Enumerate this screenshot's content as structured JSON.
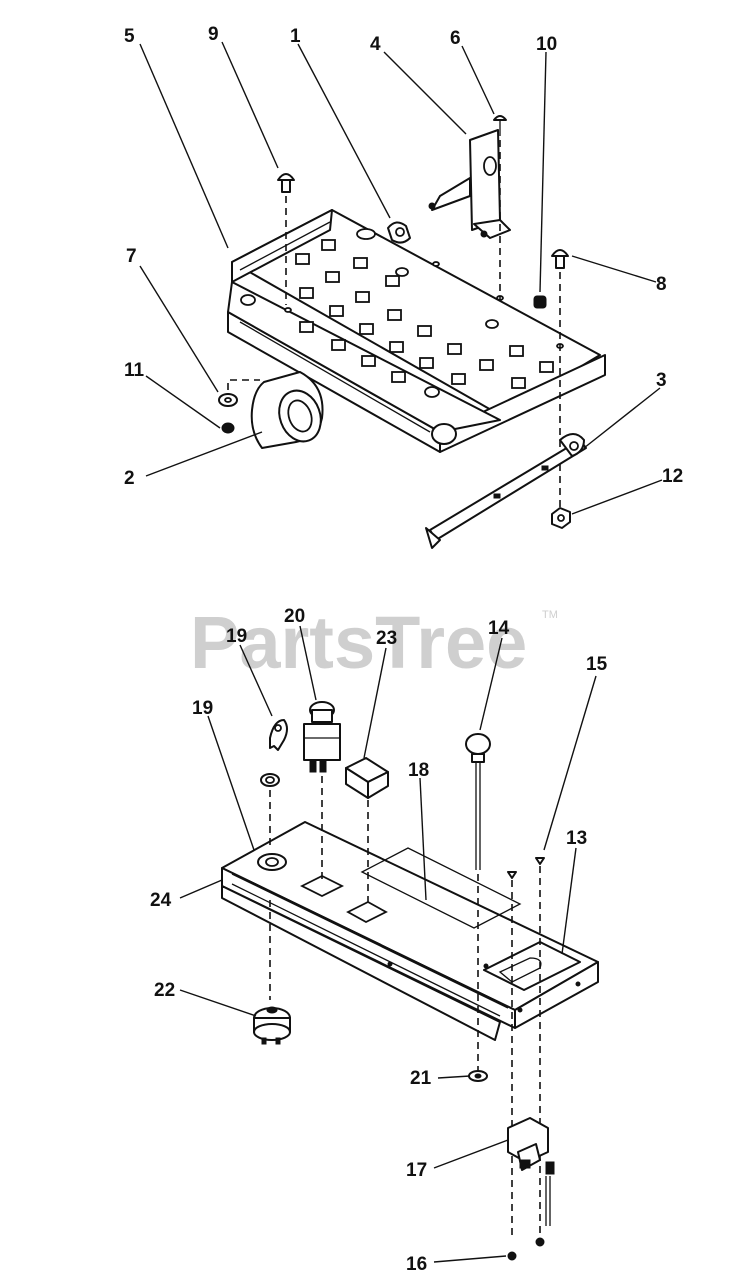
{
  "watermark": {
    "text": "PartsTree",
    "tm": "TM"
  },
  "callouts": {
    "c1": "1",
    "c2": "2",
    "c3": "3",
    "c4": "4",
    "c5": "5",
    "c6": "6",
    "c7": "7",
    "c8": "8",
    "c9": "9",
    "c10": "10",
    "c11": "11",
    "c12": "12",
    "c13": "13",
    "c14": "14",
    "c15": "15",
    "c16": "16",
    "c17": "17",
    "c18": "18",
    "c19a": "19",
    "c19b": "19",
    "c20": "20",
    "c21": "21",
    "c22": "22",
    "c23": "23",
    "c24": "24"
  }
}
